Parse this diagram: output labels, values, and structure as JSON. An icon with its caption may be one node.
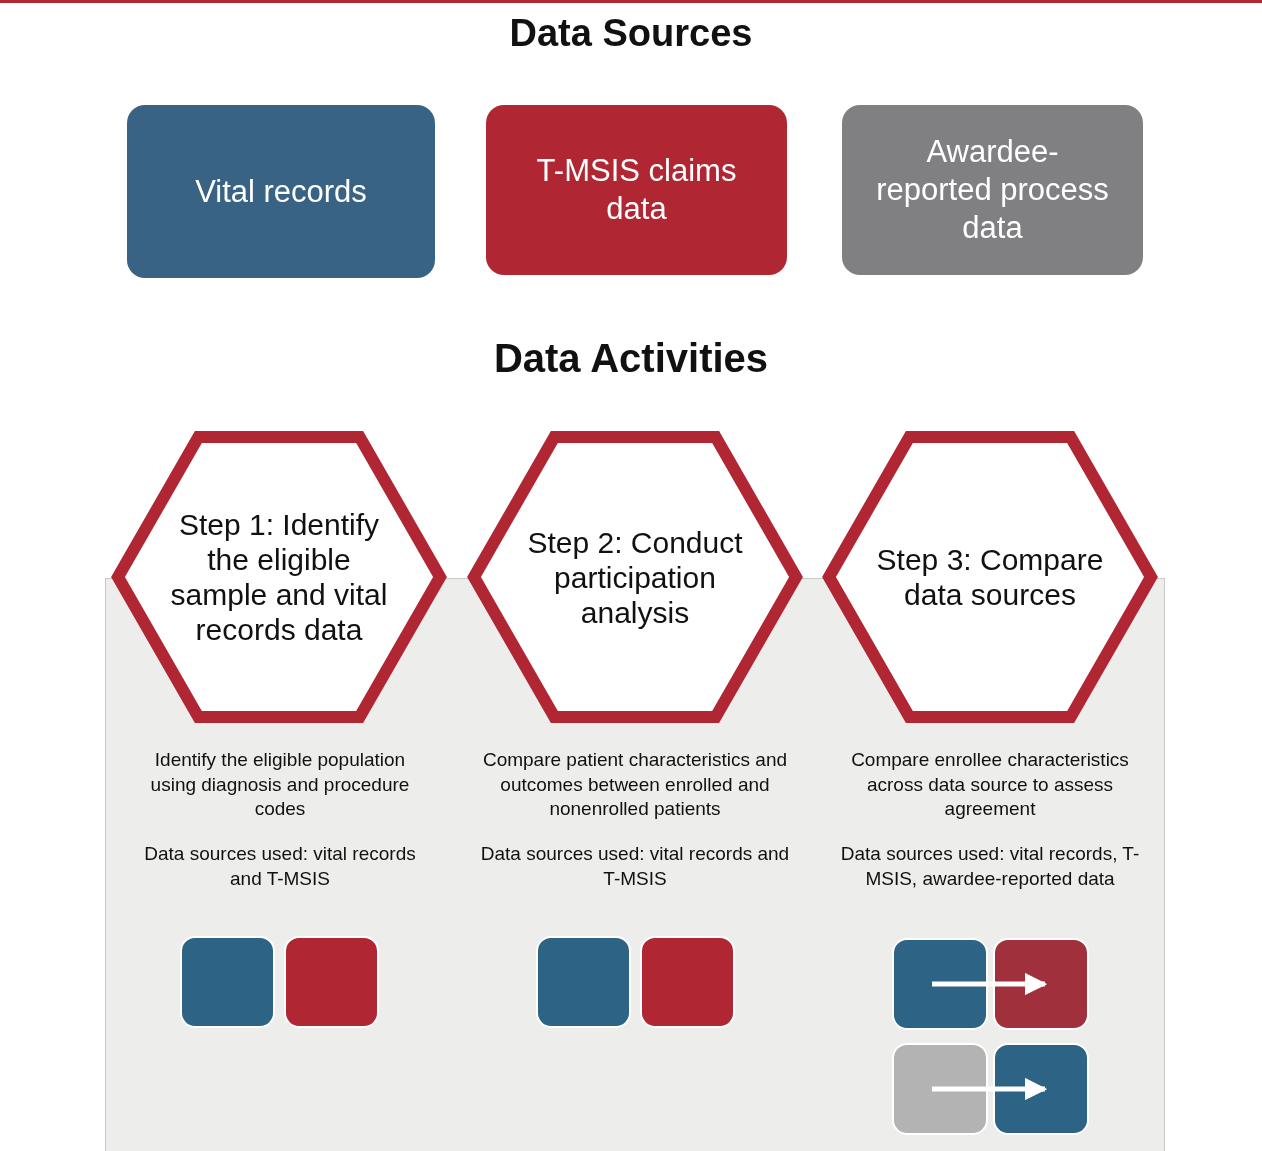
{
  "diagram": {
    "title": "Data Sources",
    "nodes": [
      {
        "text": [
          "Vital records"
        ]
      },
      {
        "text": [
          "T-MSIS claims data"
        ]
      },
      {
        "text": [
          "Awardee-reported process data"
        ]
      },
      {
        "text": [
          "Step 1: Identify the eligible sample and vital records data"
        ],
        "beside": [
          "Identify the eligible population using diagnosis and procedure codes",
          "Data sources used: vital records and T-MSIS"
        ]
      },
      {
        "text": [
          "Step 2: Conduct participation analysis"
        ],
        "beside": [
          "Compare patient characteristics and outcomes between enrolled and nonenrolled patients",
          "Data sources used: vital records and T-MSIS"
        ]
      },
      {
        "text": [
          "Step 3: Compare data sources"
        ],
        "beside": [
          "Compare enrollee characteristics across data source to assess agreement",
          "Data sources used: vital records, T-MSIS, awardee-reported data"
        ]
      },
      {
        "text": [],
        "shape": "box"
      },
      {
        "text": [],
        "shape": "box"
      },
      {
        "text": [],
        "shape": "box"
      },
      {
        "text": [],
        "shape": "box"
      },
      {
        "text": [],
        "shape": "box"
      },
      {
        "text": [],
        "shape": "box"
      },
      {
        "text": [],
        "shape": "box"
      },
      {
        "text": [],
        "shape": "box"
      }
    ],
    "edges": [
      {
        "from": 10,
        "to": 11,
        "arrow": "to",
        "color": "#ffffff"
      },
      {
        "from": 12,
        "to": 13,
        "arrow": "to",
        "color": "#ffffff"
      }
    ],
    "labels": [
      "Data Activities"
    ]
  }
}
